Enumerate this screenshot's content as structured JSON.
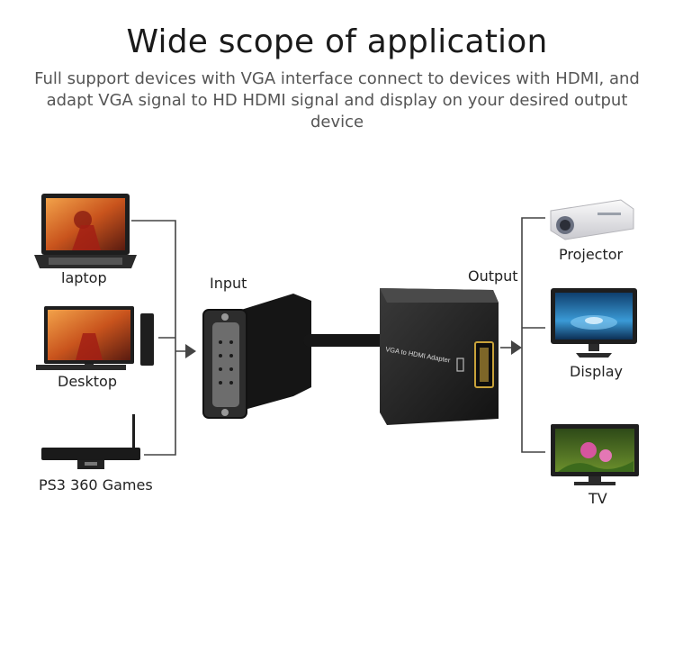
{
  "header": {
    "title": "Wide scope of application",
    "subtitle": "Full support devices with VGA interface connect to devices with HDMI, and adapt VGA signal to HD HDMI signal and display on your desired output device"
  },
  "inputs": {
    "section_label": "Input",
    "devices": [
      {
        "label": "laptop"
      },
      {
        "label": "Desktop"
      },
      {
        "label": "PS3 360 Games"
      }
    ]
  },
  "outputs": {
    "section_label": "Output",
    "devices": [
      {
        "label": "Projector"
      },
      {
        "label": "Display"
      },
      {
        "label": "TV"
      }
    ]
  },
  "adapter": {
    "printed_text": "VGA to HDMI Adapter"
  },
  "colors": {
    "connector_line": "#444444",
    "device_body": "#1e1e1e",
    "screen_warm": "#c9541d",
    "screen_cool": "#1d6fa8",
    "projector_body": "#e8e8ea"
  }
}
